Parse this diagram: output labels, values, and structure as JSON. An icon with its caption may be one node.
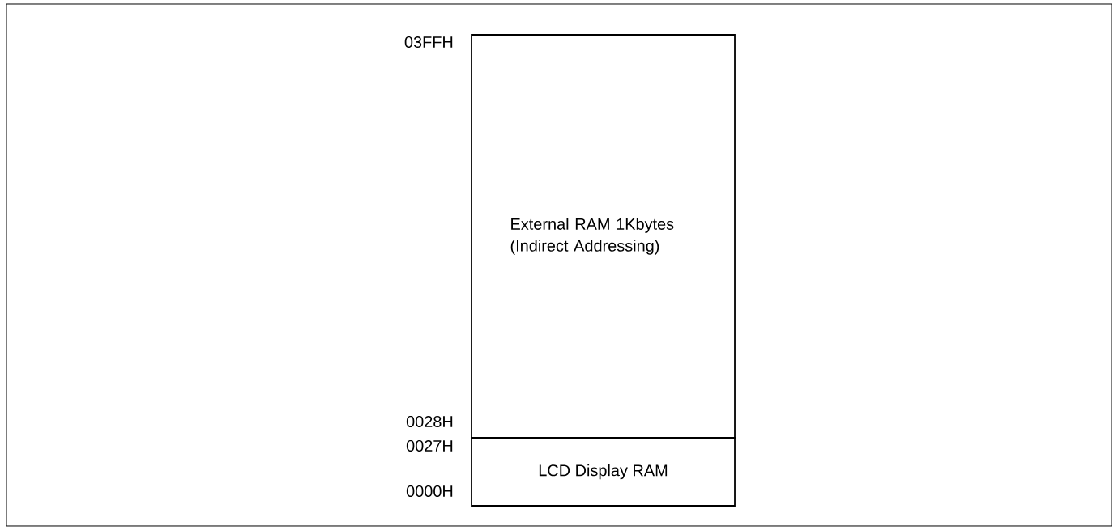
{
  "diagram": {
    "nodes": [
      {
        "text": [
          "External RAM 1Kbytes (Indirect Addressing)"
        ]
      },
      {
        "text": [
          "LCD Display RAM"
        ]
      }
    ],
    "labels": [
      "03FFH",
      "0028H",
      "0027H",
      "0000H"
    ]
  }
}
